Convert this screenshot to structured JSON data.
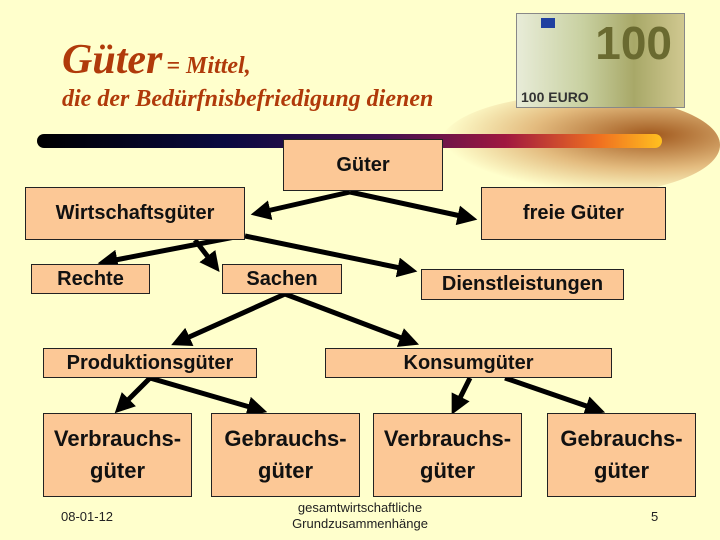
{
  "title": {
    "main": "Güter",
    "rest": "= Mittel,",
    "subtitle": "die der Bedürfnisbefriedigung dienen"
  },
  "banknote": {
    "value": "100",
    "label": "100 EURO"
  },
  "nodes": {
    "root": "Güter",
    "wirtschaftsgueter": "Wirtschaftsgüter",
    "freie": "freie Güter",
    "rechte": "Rechte",
    "sachen": "Sachen",
    "dienst": "Dienstleistungen",
    "produktion": "Produktionsgüter",
    "konsum": "Konsumgüter",
    "verbrauch1": {
      "l1": "Verbrauchs-",
      "l2": "güter"
    },
    "gebrauch1": {
      "l1": "Gebrauchs-",
      "l2": "güter"
    },
    "verbrauch2": {
      "l1": "Verbrauchs-",
      "l2": "güter"
    },
    "gebrauch2": {
      "l1": "Gebrauchs-",
      "l2": "güter"
    }
  },
  "footer": {
    "date": "08-01-12",
    "center_l1": "gesamtwirtschaftliche",
    "center_l2": "Grundzusammenhänge",
    "page": "5"
  }
}
